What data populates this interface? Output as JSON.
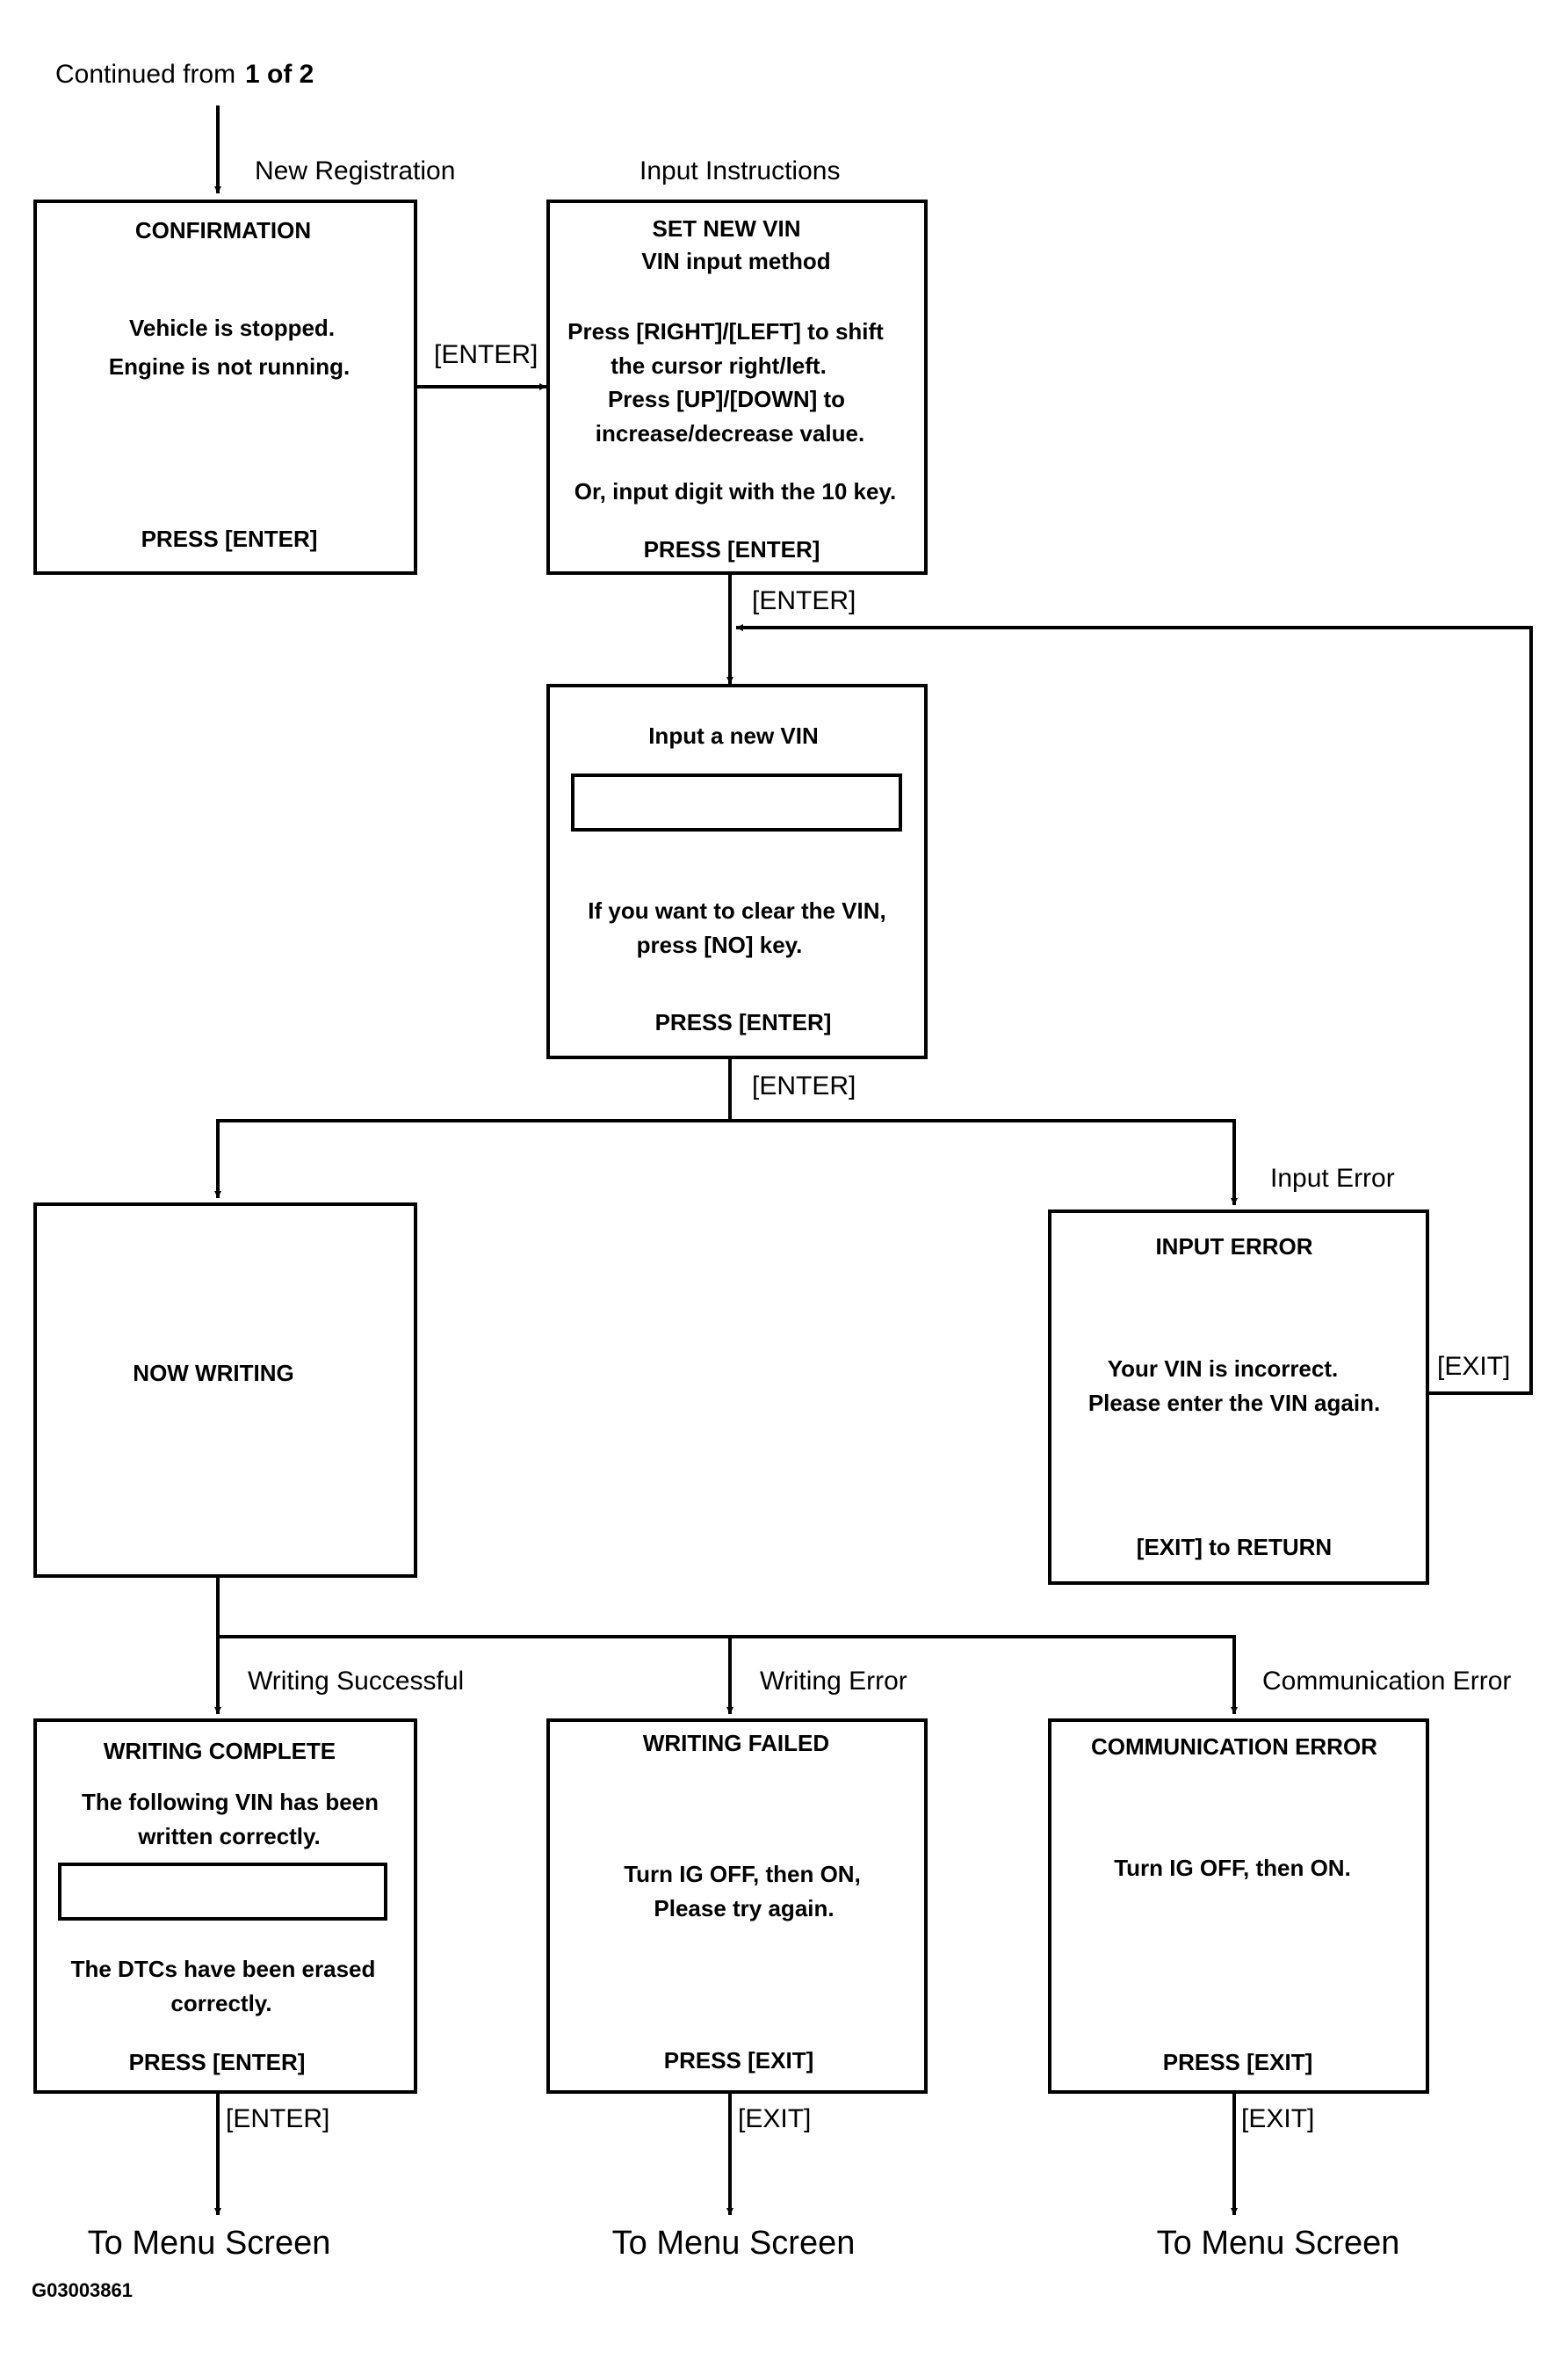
{
  "header": {
    "continued_prefix": "Continued from",
    "continued_page": "1 of 2"
  },
  "edge_labels": {
    "new_registration": "New Registration",
    "input_instructions": "Input Instructions",
    "enter_confirm": "[ENTER]",
    "enter_after_instructions": "[ENTER]",
    "enter_after_input": "[ENTER]",
    "input_error": "Input Error",
    "exit_loop": "[EXIT]",
    "writing_successful": "Writing Successful",
    "writing_error": "Writing Error",
    "communication_error": "Communication Error",
    "enter_complete": "[ENTER]",
    "exit_failed": "[EXIT]",
    "exit_comm": "[EXIT]"
  },
  "boxes": {
    "confirmation": {
      "title": "CONFIRMATION",
      "line1": "Vehicle is stopped.",
      "line2": "Engine is not running.",
      "footer": "PRESS [ENTER]"
    },
    "set_new_vin": {
      "title1": "SET NEW VIN",
      "title2": "VIN input method",
      "line1": "Press [RIGHT]/[LEFT] to shift",
      "line2": "the cursor right/left.",
      "line3": "Press [UP]/[DOWN] to",
      "line4": "increase/decrease value.",
      "line5": "Or, input digit with the 10 key.",
      "footer": "PRESS [ENTER]"
    },
    "input_vin": {
      "title": "Input a new VIN",
      "line1": "If you want to clear the VIN,",
      "line2": "press [NO] key.",
      "footer": "PRESS [ENTER]"
    },
    "now_writing": {
      "title": "NOW WRITING"
    },
    "input_error": {
      "title": "INPUT ERROR",
      "line1": "Your VIN is incorrect.",
      "line2": "Please enter the VIN again.",
      "footer": "[EXIT] to RETURN"
    },
    "writing_complete": {
      "title": "WRITING COMPLETE",
      "line1": "The following VIN has been",
      "line2": "written correctly.",
      "line3": "The DTCs have been erased",
      "line4": "correctly.",
      "footer": "PRESS [ENTER]"
    },
    "writing_failed": {
      "title": "WRITING FAILED",
      "line1": "Turn IG OFF, then ON,",
      "line2": "Please try again.",
      "footer": "PRESS [EXIT]"
    },
    "communication_error": {
      "title": "COMMUNICATION ERROR",
      "line1": "Turn IG OFF, then ON.",
      "footer": "PRESS [EXIT]"
    }
  },
  "destinations": {
    "menu_1": "To Menu Screen",
    "menu_2": "To Menu Screen",
    "menu_3": "To Menu Screen"
  },
  "figure_id": "G03003861"
}
